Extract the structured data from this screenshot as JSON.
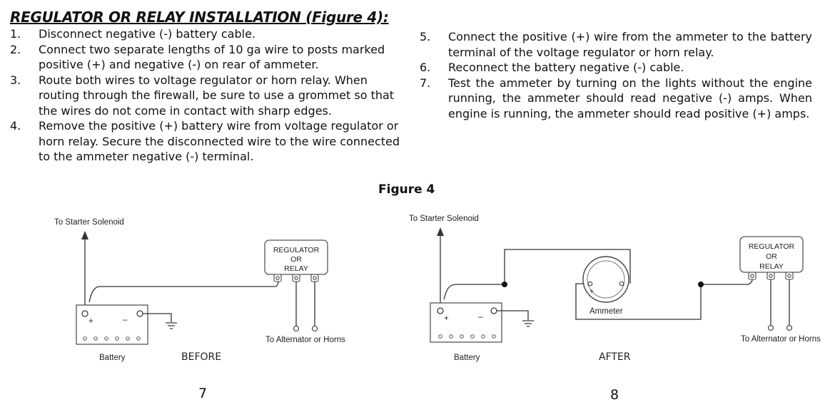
{
  "heading": "REGULATOR OR RELAY INSTALLATION (Figure 4):",
  "steps_left": [
    {
      "num": "1.",
      "text": "Disconnect negative (-) battery cable."
    },
    {
      "num": "2.",
      "text": "Connect two separate lengths of 10 ga wire to posts marked positive (+) and negative (-) on rear of ammeter."
    },
    {
      "num": "3.",
      "text": "Route both wires to voltage regulator or horn relay. When routing through the firewall, be sure to use a grommet so that the wires do not come in contact with sharp edges."
    },
    {
      "num": "4.",
      "text": "Remove the positive (+) battery wire from voltage regulator or horn relay. Secure the disconnected wire to the wire connected to the ammeter negative (-) terminal."
    }
  ],
  "steps_right": [
    {
      "num": "5.",
      "text": "Connect the positive (+) wire from the ammeter to the battery terminal of the voltage regulator or horn relay."
    },
    {
      "num": "6.",
      "text": "Reconnect the battery negative (-) cable."
    },
    {
      "num": "7.",
      "text": "Test the ammeter by turning on the lights without the engine running, the ammeter should read negative (-) amps. When engine is running, the ammeter should read positive (+) amps."
    }
  ],
  "figure_title": "Figure 4",
  "before": {
    "starter_label": "To Starter Solenoid",
    "regulator_lines": [
      "REGULATOR",
      "OR",
      "RELAY"
    ],
    "alt_label": "To Alternator or Horns",
    "battery_label": "Battery",
    "plus": "+",
    "minus": "–",
    "caption": "BEFORE",
    "page_number": "7"
  },
  "after": {
    "starter_label": "To Starter Solenoid",
    "regulator_lines": [
      "REGULATOR",
      "OR",
      "RELAY"
    ],
    "alt_label": "To Alternator or Horns",
    "battery_label": "Battery",
    "ammeter_label": "Ammeter",
    "ammeter_plus": "+",
    "plus": "+",
    "minus": "–",
    "caption": "AFTER",
    "page_number": "8"
  }
}
